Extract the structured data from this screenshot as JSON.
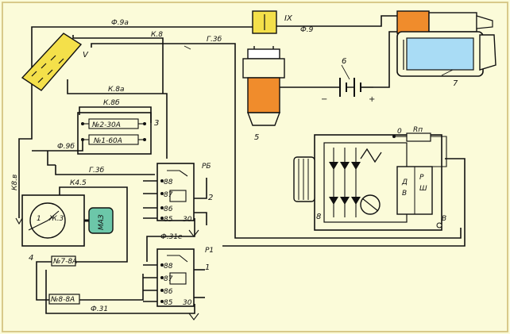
{
  "wires": {
    "f9a": "Ф.9а",
    "k8": "К.8",
    "g3b_top": "Г.3б",
    "f9": "Ф.9",
    "k8a": "К.8а",
    "k8b": "К.8б",
    "f9b": "Ф.9б",
    "g3b_mid": "Г.3б",
    "k8v": "К8.в",
    "k4_5": "К4.5",
    "f31e": "Ф.31е",
    "f31": "Ф.31"
  },
  "fuses": {
    "f2": "№2-30А",
    "f1": "№1-60А",
    "f7": "№7-8А",
    "f8": "№8-8А"
  },
  "relay_rb": {
    "tag": "РБ",
    "pins": [
      "88",
      "87",
      "86",
      "85",
      "30"
    ]
  },
  "relay_r1": {
    "tag": "Р1",
    "pins": [
      "88",
      "87",
      "86",
      "85",
      "30"
    ]
  },
  "callouts": {
    "n1": "1",
    "n2": "2",
    "n3": "3",
    "n4": "4",
    "n5": "5",
    "n6": "6",
    "n7": "7",
    "n8": "8",
    "roman_v": "V",
    "roman_ix": "IX"
  },
  "alternator": {
    "zero": "0",
    "rp": "Rп",
    "d": "Д",
    "v": "В",
    "sh": "Ш",
    "p": "Р",
    "b_out": "В"
  },
  "battery": {
    "minus": "−",
    "plus": "+"
  },
  "key_switch": {
    "bottom_left": "1",
    "terminal": "Ж.3",
    "keycap": "МАЗ"
  },
  "colors": {
    "background": "#fbfbd9",
    "harness_yellow": "#f4e04a",
    "coil_orange": "#f08c2c",
    "starter_blue": "#a9dcf5",
    "key_teal": "#6cc7a9",
    "ink": "#111111"
  }
}
